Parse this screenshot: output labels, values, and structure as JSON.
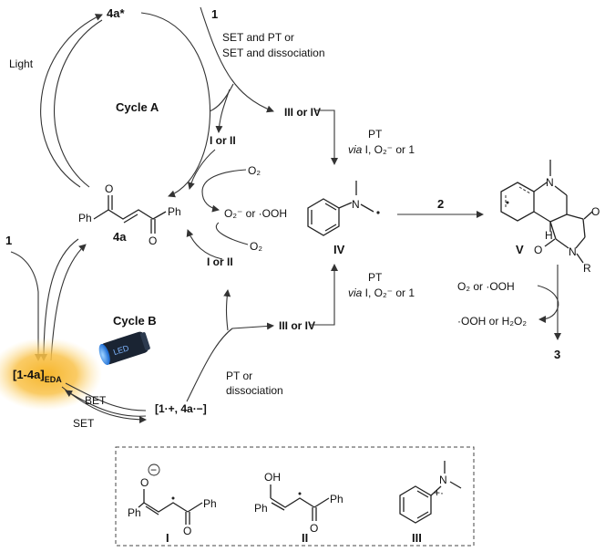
{
  "species": {
    "excited": "4a*",
    "sub1_top": "1",
    "sub1_left": "1",
    "sub4a": "4a",
    "ph_left": "Ph",
    "ph_right": "Ph",
    "o_top": "O",
    "o_bottom": "O",
    "int_IorII_top": "I or II",
    "int_IorII_bottom": "I or II",
    "int_IIIorIV_top": "III or IV",
    "int_IIIorIV_bottom": "III or IV",
    "radical_IV": "IV",
    "n_IV": "N",
    "prod2": "2",
    "prodV": "V",
    "prodV_N_top": "N",
    "prodV_N_ring": "N",
    "prodV_R": "R",
    "prodV_H": "H",
    "prodV_O1": "O",
    "prodV_O2": "O",
    "prod3": "3",
    "eda": "[1-4a]",
    "eda_sub": "EDA",
    "radical_pair": "[1·+, 4a·−]"
  },
  "labels": {
    "light": "Light",
    "cycleA": "Cycle A",
    "cycleB": "Cycle B",
    "set_pt_1": "SET and PT or",
    "set_pt_2": "SET and dissociation",
    "pt_top": "PT",
    "via_top": "via",
    "via_top_rest": " I, O₂⁻ or 1",
    "pt_bot": "PT",
    "via_bot": "via",
    "via_bot_rest": " I, O₂⁻ or 1",
    "o2_a": "O₂",
    "o2_b": "O₂",
    "superoxide": "O₂⁻ or ·OOH",
    "pt_dissoc_1": "PT or",
    "pt_dissoc_2": "dissociation",
    "bet": "BET",
    "set": "SET",
    "led": "LED",
    "o2_or_ooh": "O₂  or  ·OOH",
    "ooh_or_h2o2": "·OOH  or  H₂O₂"
  },
  "legend": {
    "I_label": "I",
    "II_label": "II",
    "III_label": "III",
    "I_ph1": "Ph",
    "I_ph2": "Ph",
    "I_O_top": "O",
    "I_minus": "−",
    "I_O_bot": "O",
    "II_OH": "OH",
    "II_ph1": "Ph",
    "II_ph2": "Ph",
    "II_O_bot": "O",
    "III_N": "N",
    "III_charge": "+·"
  },
  "colors": {
    "glow": "#f6b52a",
    "led_body": "#1a2433",
    "led_light": "#3aa0ff"
  }
}
